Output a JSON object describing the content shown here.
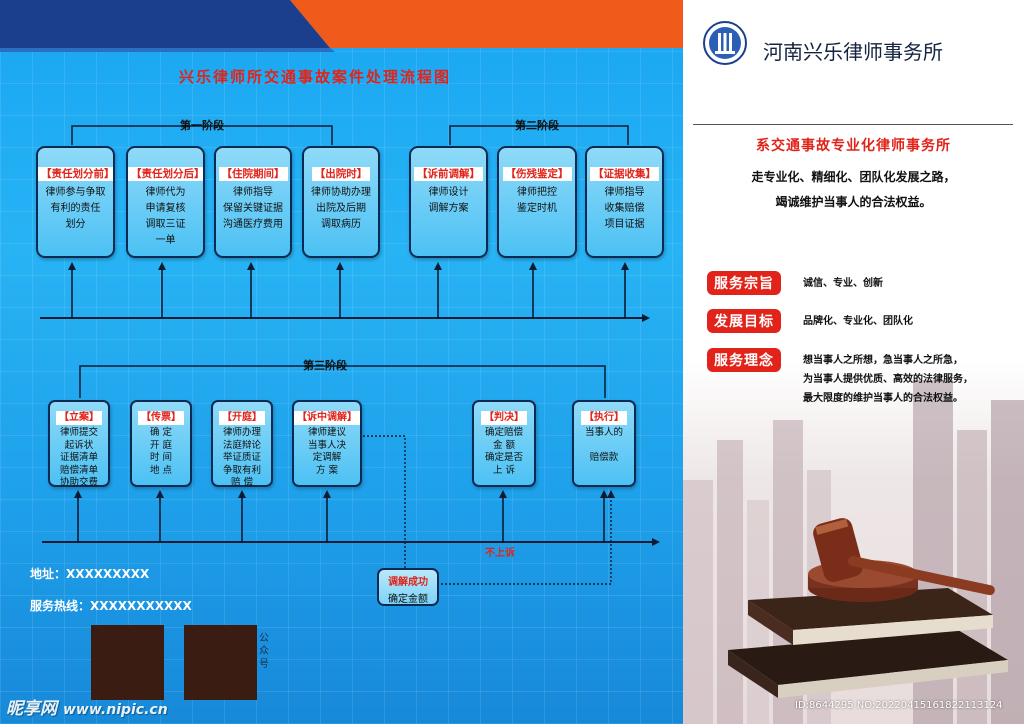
{
  "flowchart": {
    "title": "兴乐律师所交通事故案件处理流程图",
    "stage1_label": "第一阶段",
    "stage2_label": "第二阶段",
    "stage3_label": "第三阶段",
    "top_steps": [
      {
        "head": "【责任划分前】",
        "body": "律师参与争取\n有利的责任\n划分"
      },
      {
        "head": "【责任划分后】",
        "body": "律师代为\n申请复核\n调取三证\n一单"
      },
      {
        "head": "【住院期间】",
        "body": "律师指导\n保留关键证据\n沟通医疗费用"
      },
      {
        "head": "【出院时】",
        "body": "律师协助办理\n出院及后期\n调取病历"
      },
      {
        "head": "【诉前调解】",
        "body": "律师设计\n调解方案"
      },
      {
        "head": "【伤残鉴定】",
        "body": "律师把控\n鉴定时机"
      },
      {
        "head": "【证据收集】",
        "body": "律师指导\n收集赔偿\n项目证据"
      }
    ],
    "bottom_steps": [
      {
        "head": "【立案】",
        "body": "律师提交\n起诉状\n证据清单\n赔偿清单\n协助交费"
      },
      {
        "head": "【传票】",
        "body": "确 定\n开 庭\n时 间\n地 点"
      },
      {
        "head": "【开庭】",
        "body": "律师办理\n法庭辩论\n举证质证\n争取有利\n赔 偿"
      },
      {
        "head": "【诉中调解】",
        "body": "律师建议\n当事人决\n定调解\n方 案"
      },
      {
        "head": "【判决】",
        "body": "确定赔偿\n金 额\n确定是否\n上 诉"
      },
      {
        "head": "【执行】",
        "body": "当事人的\n\n赔偿款"
      }
    ],
    "no_appeal_label": "不上诉",
    "mediation_success": {
      "head": "调解成功",
      "body": "确定金额"
    }
  },
  "contact": {
    "address": "地址：XXXXXXXXX",
    "hotline": "服务热线：XXXXXXXXXXX",
    "qr_caption": "公\n众\n号"
  },
  "watermark": {
    "brand": "昵享网",
    "url": "www.nipic.cn",
    "id_text": "ID:8644295 NO:20220415161822113124"
  },
  "firm": {
    "name": "河南兴乐律师事务所",
    "tagline": "系交通事故专业化律师事务所",
    "slogan_line1": "走专业化、精细化、团队化发展之路，",
    "slogan_line2": "竭诚维护当事人的合法权益。"
  },
  "badges": [
    {
      "label": "服务宗旨",
      "text": "诚信、专业、创新"
    },
    {
      "label": "发展目标",
      "text": "品牌化、专业化、团队化"
    },
    {
      "label": "服务理念",
      "text": "想当事人之所想，急当事人之所急，\n为当事人提供优质、高效的法律服务，\n最大限度的维护当事人的合法权益。"
    }
  ],
  "colors": {
    "accent_red": "#e2231a",
    "panel_blue": "#1aa6f2",
    "box_border": "#0d2a52",
    "corner_orange": "#f05a1a",
    "corner_navy": "#1b3f8c"
  },
  "icons": {
    "logo": "law-firm-emblem-icon",
    "gavel": "gavel-on-books-illustration"
  }
}
